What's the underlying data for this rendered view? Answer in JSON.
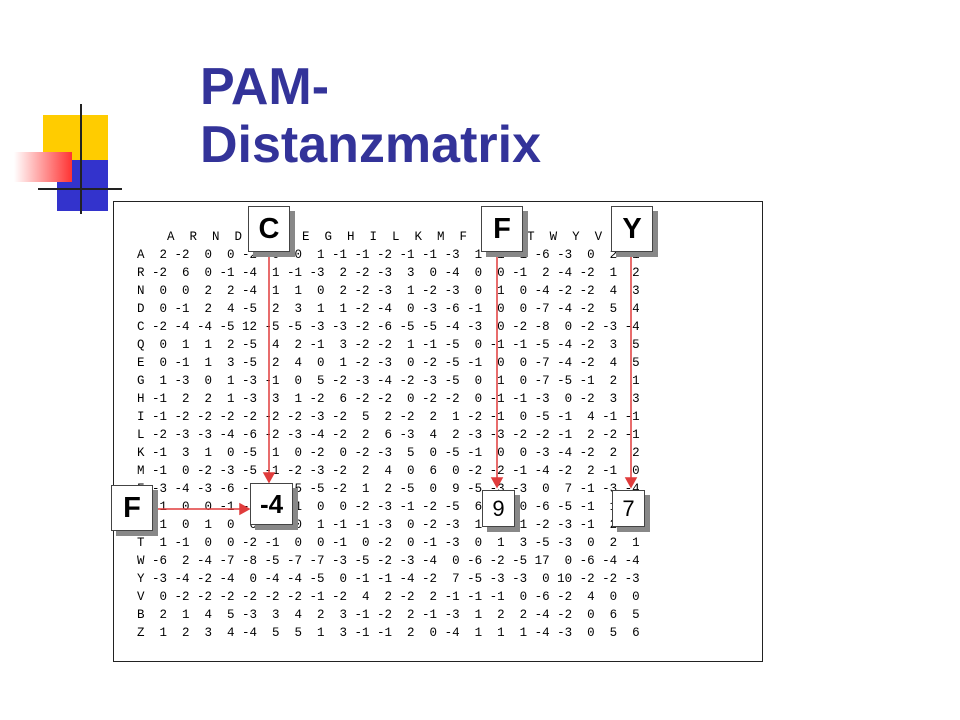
{
  "title": {
    "line1": "PAM-",
    "line2": "Distanzmatrix"
  },
  "matrix": {
    "header": "A  R  N  D  C  Q  E  G  H  I  L  K  M  F  P  S  T  W  Y  V  B  Z",
    "rows": [
      {
        "label": "A",
        "values": "2 -2  0  0 -2  0  0  1 -1 -1 -2 -1 -1 -3  1  1  1 -6 -3  0  2  1"
      },
      {
        "label": "R",
        "values": "-2  6  0 -1 -4  1 -1 -3  2 -2 -3  3  0 -4  0  0 -1  2 -4 -2  1  2"
      },
      {
        "label": "N",
        "values": "0  0  2  2 -4  1  1  0  2 -2 -3  1 -2 -3  0  1  0 -4 -2 -2  4  3"
      },
      {
        "label": "D",
        "values": "0 -1  2  4 -5  2  3  1  1 -2 -4  0 -3 -6 -1  0  0 -7 -4 -2  5  4"
      },
      {
        "label": "C",
        "values": "-2 -4 -4 -5 12 -5 -5 -3 -3 -2 -6 -5 -5 -4 -3  0 -2 -8  0 -2 -3 -4"
      },
      {
        "label": "Q",
        "values": "0  1  1  2 -5  4  2 -1  3 -2 -2  1 -1 -5  0 -1 -1 -5 -4 -2  3  5"
      },
      {
        "label": "E",
        "values": "0 -1  1  3 -5  2  4  0  1 -2 -3  0 -2 -5 -1  0  0 -7 -4 -2  4  5"
      },
      {
        "label": "G",
        "values": "1 -3  0  1 -3 -1  0  5 -2 -3 -4 -2 -3 -5  0  1  0 -7 -5 -1  2  1"
      },
      {
        "label": "H",
        "values": "-1  2  2  1 -3  3  1 -2  6 -2 -2  0 -2 -2  0 -1 -1 -3  0 -2  3  3"
      },
      {
        "label": "I",
        "values": "-1 -2 -2 -2 -2 -2 -2 -3 -2  5  2 -2  2  1 -2 -1  0 -5 -1  4 -1 -1"
      },
      {
        "label": "L",
        "values": "-2 -3 -3 -4 -6 -2 -3 -4 -2  2  6 -3  4  2 -3 -3 -2 -2 -1  2 -2 -1"
      },
      {
        "label": "K",
        "values": "-1  3  1  0 -5  1  0 -2  0 -2 -3  5  0 -5 -1  0  0 -3 -4 -2  2  2"
      },
      {
        "label": "M",
        "values": "-1  0 -2 -3 -5 -1 -2 -3 -2  2  4  0  6  0 -2 -2 -1 -4 -2  2 -1  0"
      },
      {
        "label": "F",
        "values": "-3 -4 -3 -6 -4 -5 -5 -5 -2  1  2 -5  0  9 -5 -3 -3  0  7 -1 -3 -4"
      },
      {
        "label": "P",
        "values": "1  0  0 -1 -3  0 -1  0  0 -2 -3 -1 -2 -5  6  1  0 -6 -5 -1  1  1"
      },
      {
        "label": "S",
        "values": "1  0  1  0  0 -1  0  1 -1 -1 -3  0 -2 -3  1  2  1 -2 -3 -1  2  1"
      },
      {
        "label": "T",
        "values": "1 -1  0  0 -2 -1  0  0 -1  0 -2  0 -1 -3  0  1  3 -5 -3  0  2  1"
      },
      {
        "label": "W",
        "values": "-6  2 -4 -7 -8 -5 -7 -7 -3 -5 -2 -3 -4  0 -6 -2 -5 17  0 -6 -4 -4"
      },
      {
        "label": "Y",
        "values": "-3 -4 -2 -4  0 -4 -4 -5  0 -1 -1 -4 -2  7 -5 -3 -3  0 10 -2 -2 -3"
      },
      {
        "label": "V",
        "values": "0 -2 -2 -2 -2 -2 -2 -1 -2  4  2 -2  2 -1 -1 -1  0 -6 -2  4  0  0"
      },
      {
        "label": "B",
        "values": "2  1  4  5 -3  3  4  2  3 -1 -2  2 -1 -3  1  2  2 -4 -2  0  6  5"
      },
      {
        "label": "Z",
        "values": "1  2  3  4 -4  5  5  1  3 -1 -1  2  0 -4  1  1  1 -4 -3  0  5  6"
      }
    ]
  },
  "callouts": {
    "col_c": "C",
    "col_f": "F",
    "col_y": "Y",
    "row_f": "F",
    "val_fc": "-4",
    "val_ff": "9",
    "val_fy": "7"
  },
  "colors": {
    "title": "#333399",
    "arrow": "#e03c3c",
    "deco_yellow": "#ffcc00",
    "deco_blue": "#3333cc",
    "deco_red": "#ff3333"
  }
}
